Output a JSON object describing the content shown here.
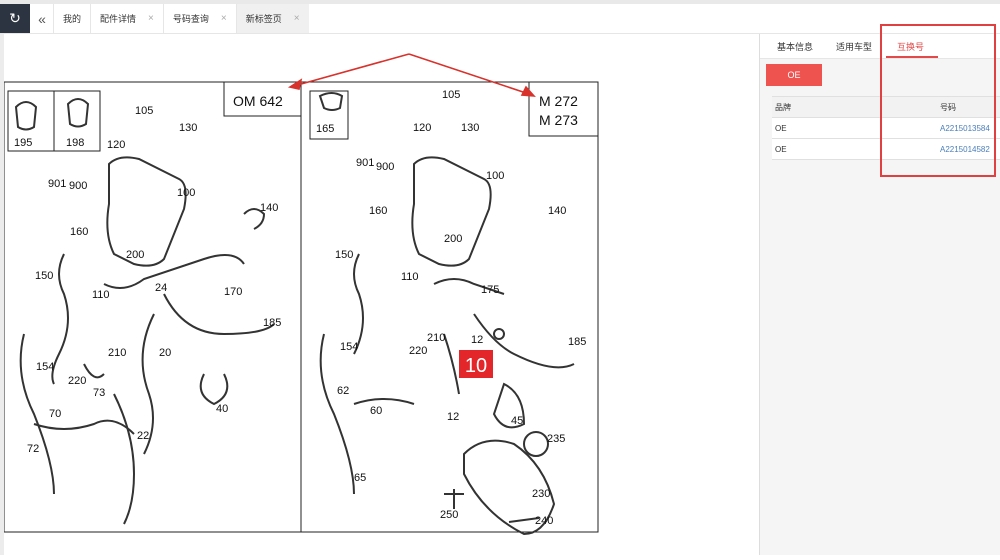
{
  "tabs": {
    "items": [
      {
        "label": "我的",
        "closable": false
      },
      {
        "label": "配件详情",
        "closable": true
      },
      {
        "label": "号码查询",
        "closable": true
      },
      {
        "label": "新标签页",
        "closable": true,
        "active": true
      }
    ]
  },
  "right_panel": {
    "tabs": [
      "基本信息",
      "适用车型",
      "互换号"
    ],
    "active_tab": "互换号",
    "filter_button": "OE",
    "table": {
      "headers": [
        "品牌",
        "号码"
      ],
      "rows": [
        {
          "brand": "OE",
          "number": "A2215013584"
        },
        {
          "brand": "OE",
          "number": "A2215014582"
        }
      ]
    }
  },
  "diagram": {
    "engine_left": "OM 642",
    "engine_right_1": "M 272",
    "engine_right_2": "M 273",
    "highlight": "10",
    "left_labels": [
      "195",
      "198",
      "105",
      "130",
      "120",
      "901",
      "900",
      "100",
      "140",
      "160",
      "200",
      "150",
      "110",
      "24",
      "170",
      "185",
      "210",
      "20",
      "154",
      "220",
      "73",
      "70",
      "72",
      "22",
      "40"
    ],
    "right_labels": [
      "165",
      "105",
      "120",
      "130",
      "901",
      "900",
      "100",
      "140",
      "160",
      "200",
      "150",
      "110",
      "175",
      "185",
      "12",
      "154",
      "220",
      "210",
      "62",
      "60",
      "12",
      "45",
      "235",
      "65",
      "230",
      "250",
      "240"
    ]
  },
  "colors": {
    "accent": "#e24a4a",
    "button": "#ef5350",
    "highlight_badge": "#e3262a",
    "link": "#4a7ebb",
    "dark": "#2b3440"
  }
}
